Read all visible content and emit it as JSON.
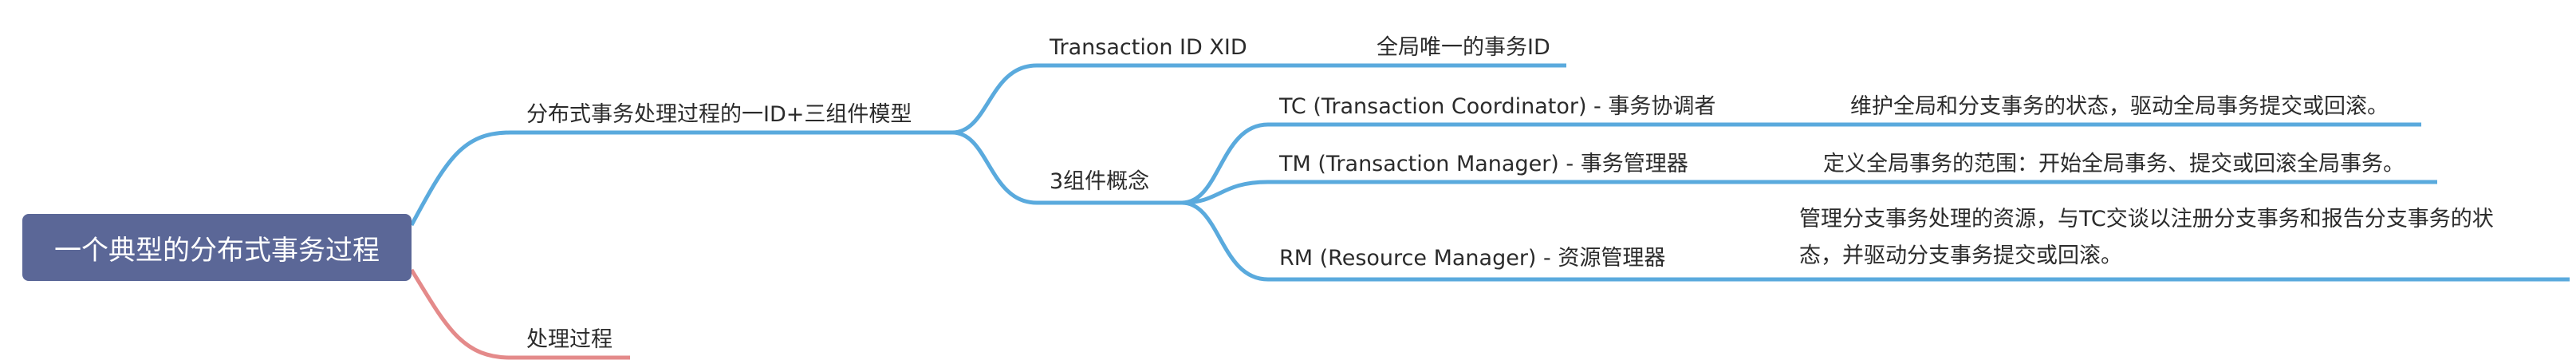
{
  "colors": {
    "root_bg": "#5b6797",
    "root_text": "#ffffff",
    "blue_branch": "#5aaadd",
    "red_branch": "#e48a8a",
    "text": "#2b2b2b"
  },
  "root": {
    "label": "一个典型的分布式事务过程"
  },
  "branch_model": {
    "label": "分布式事务处理过程的一ID+三组件模型"
  },
  "branch_process": {
    "label": "处理过程"
  },
  "xid": {
    "label": "Transaction ID XID",
    "desc": "全局唯一的事务ID"
  },
  "components": {
    "label": "3组件概念"
  },
  "tc": {
    "label": "TC (Transaction Coordinator) - 事务协调者",
    "desc": "维护全局和分支事务的状态，驱动全局事务提交或回滚。"
  },
  "tm": {
    "label": "TM (Transaction Manager) - 事务管理器",
    "desc": "定义全局事务的范围：开始全局事务、提交或回滚全局事务。"
  },
  "rm": {
    "label": "RM (Resource Manager) - 资源管理器",
    "desc_line1": "管理分支事务处理的资源，与TC交谈以注册分支事务和报告分支事务的状",
    "desc_line2": "态，并驱动分支事务提交或回滚。"
  }
}
